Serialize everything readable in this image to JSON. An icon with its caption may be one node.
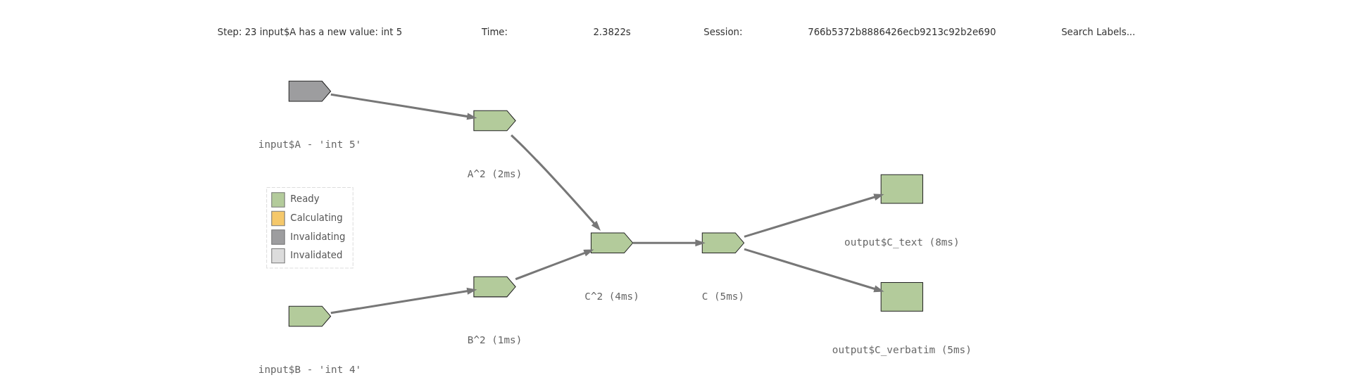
{
  "diagram": {
    "nodes": [
      {
        "text": [],
        "shape": "pentagon",
        "beside": [
          "input$A - 'int 5'"
        ]
      },
      {
        "text": [],
        "shape": "pentagon",
        "beside": [
          "input$B - 'int 4'"
        ]
      },
      {
        "text": [],
        "shape": "chevron",
        "beside": [
          "A^2 (2ms)"
        ]
      },
      {
        "text": [],
        "shape": "chevron",
        "beside": [
          "B^2 (1ms)"
        ]
      },
      {
        "text": [],
        "shape": "chevron",
        "beside": [
          "C^2 (4ms)"
        ]
      },
      {
        "text": [],
        "shape": "chevron",
        "beside": [
          "C (5ms)"
        ]
      },
      {
        "text": [],
        "shape": "box",
        "beside": [
          "output$C_text (8ms)"
        ]
      },
      {
        "text": [],
        "shape": "box",
        "beside": [
          "output$C_verbatim (5ms)"
        ]
      }
    ],
    "edges": [
      {
        "from": 0,
        "to": 2,
        "arrow": "to"
      },
      {
        "from": 1,
        "to": 3,
        "arrow": "to"
      },
      {
        "from": 2,
        "to": 4,
        "arrow": "to"
      },
      {
        "from": 3,
        "to": 4,
        "arrow": "to"
      },
      {
        "from": 4,
        "to": 5,
        "arrow": "to"
      },
      {
        "from": 5,
        "to": 6,
        "arrow": "to"
      },
      {
        "from": 5,
        "to": 7,
        "arrow": "to"
      }
    ],
    "labels": [
      "Step: 23 input$A has a new value: int 5",
      "Time:",
      "2.3822s",
      "Session:",
      "766b5372b8886426ecb9213c92b2e690",
      "Search Labels..."
    ],
    "legend": [
      {
        "text": "Ready",
        "color": "#b3cb9b"
      },
      {
        "text": "Calculating",
        "color": "#f5c86a"
      },
      {
        "text": "Invalidating",
        "color": "#9d9d9f"
      },
      {
        "text": "Invalidated",
        "color": "#dcdcdc"
      }
    ]
  }
}
